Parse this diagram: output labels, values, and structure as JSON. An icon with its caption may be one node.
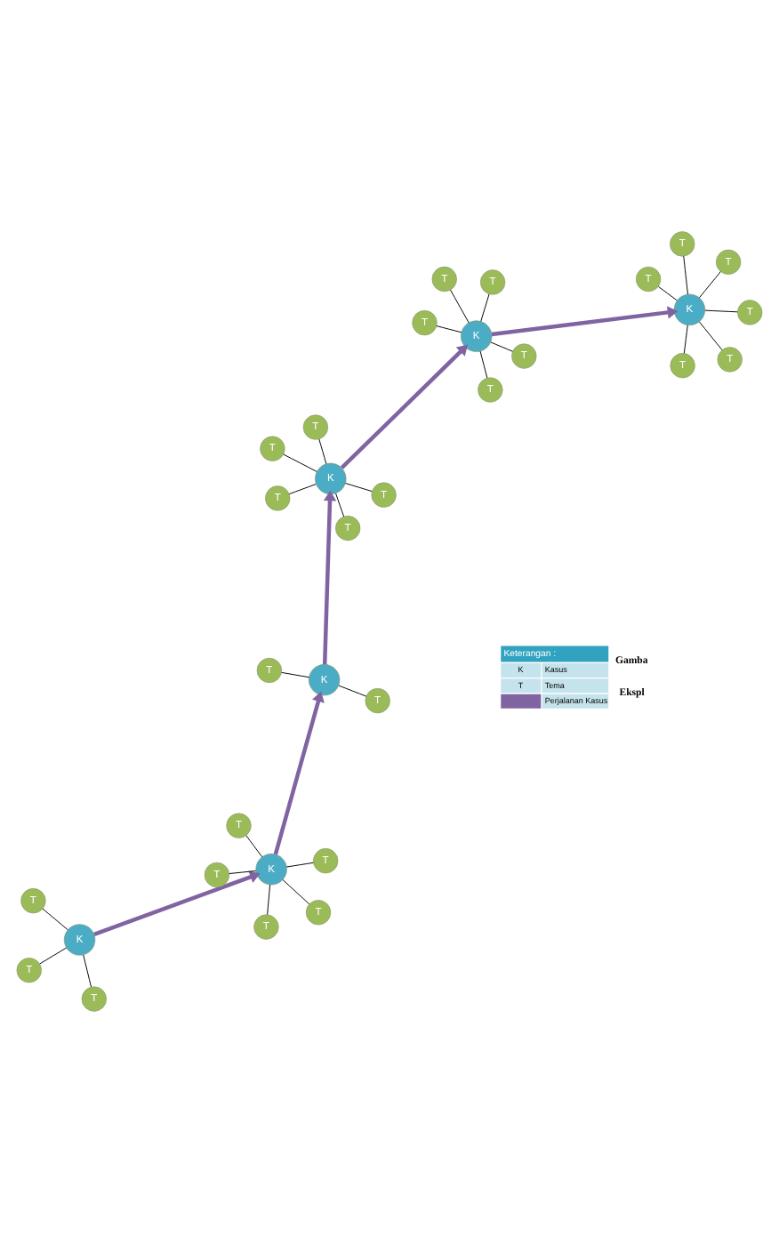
{
  "diagram": {
    "nodes": [
      {
        "text": [
          "K"
        ]
      },
      {
        "text": [
          "T"
        ]
      },
      {
        "text": [
          "T"
        ]
      },
      {
        "text": [
          "T"
        ]
      },
      {
        "text": [
          "K"
        ]
      },
      {
        "text": [
          "T"
        ]
      },
      {
        "text": [
          "T"
        ]
      },
      {
        "text": [
          "T"
        ]
      },
      {
        "text": [
          "T"
        ]
      },
      {
        "text": [
          "T"
        ]
      },
      {
        "text": [
          "K"
        ]
      },
      {
        "text": [
          "T"
        ]
      },
      {
        "text": [
          "T"
        ]
      },
      {
        "text": [
          "K"
        ]
      },
      {
        "text": [
          "T"
        ]
      },
      {
        "text": [
          "T"
        ]
      },
      {
        "text": [
          "T"
        ]
      },
      {
        "text": [
          "T"
        ]
      },
      {
        "text": [
          "T"
        ]
      },
      {
        "text": [
          "K"
        ]
      },
      {
        "text": [
          "T"
        ]
      },
      {
        "text": [
          "T"
        ]
      },
      {
        "text": [
          "T"
        ]
      },
      {
        "text": [
          "T"
        ]
      },
      {
        "text": [
          "T"
        ]
      },
      {
        "text": [
          "K"
        ]
      },
      {
        "text": [
          "T"
        ]
      },
      {
        "text": [
          "T"
        ]
      },
      {
        "text": [
          "T"
        ]
      },
      {
        "text": [
          "T"
        ]
      },
      {
        "text": [
          "T"
        ]
      },
      {
        "text": [
          "T"
        ]
      }
    ],
    "edges": [
      {
        "from": 0,
        "to": 1,
        "arrow": "none"
      },
      {
        "from": 0,
        "to": 2,
        "arrow": "none"
      },
      {
        "from": 0,
        "to": 3,
        "arrow": "none"
      },
      {
        "from": 4,
        "to": 5,
        "arrow": "none"
      },
      {
        "from": 4,
        "to": 6,
        "arrow": "none"
      },
      {
        "from": 4,
        "to": 7,
        "arrow": "none"
      },
      {
        "from": 4,
        "to": 8,
        "arrow": "none"
      },
      {
        "from": 4,
        "to": 9,
        "arrow": "none"
      },
      {
        "from": 10,
        "to": 11,
        "arrow": "none"
      },
      {
        "from": 10,
        "to": 12,
        "arrow": "none"
      },
      {
        "from": 13,
        "to": 14,
        "arrow": "none"
      },
      {
        "from": 13,
        "to": 15,
        "arrow": "none"
      },
      {
        "from": 13,
        "to": 16,
        "arrow": "none"
      },
      {
        "from": 13,
        "to": 17,
        "arrow": "none"
      },
      {
        "from": 13,
        "to": 18,
        "arrow": "none"
      },
      {
        "from": 19,
        "to": 20,
        "arrow": "none"
      },
      {
        "from": 19,
        "to": 21,
        "arrow": "none"
      },
      {
        "from": 19,
        "to": 22,
        "arrow": "none"
      },
      {
        "from": 19,
        "to": 23,
        "arrow": "none"
      },
      {
        "from": 19,
        "to": 24,
        "arrow": "none"
      },
      {
        "from": 25,
        "to": 26,
        "arrow": "none"
      },
      {
        "from": 25,
        "to": 27,
        "arrow": "none"
      },
      {
        "from": 25,
        "to": 28,
        "arrow": "none"
      },
      {
        "from": 25,
        "to": 29,
        "arrow": "none"
      },
      {
        "from": 25,
        "to": 30,
        "arrow": "none"
      },
      {
        "from": 25,
        "to": 31,
        "arrow": "none"
      },
      {
        "from": 0,
        "to": 4,
        "arrow": "to",
        "style": "thick",
        "color": "#8064a2"
      },
      {
        "from": 4,
        "to": 10,
        "arrow": "to",
        "style": "thick",
        "color": "#8064a2"
      },
      {
        "from": 10,
        "to": 13,
        "arrow": "to",
        "style": "thick",
        "color": "#8064a2"
      },
      {
        "from": 13,
        "to": 19,
        "arrow": "to",
        "style": "thick",
        "color": "#8064a2"
      },
      {
        "from": 19,
        "to": 25,
        "arrow": "to",
        "style": "thick",
        "color": "#8064a2"
      }
    ],
    "labels": [
      "Keterangan :",
      "K",
      "Kasus",
      "T",
      "Tema",
      "Gamba",
      "Ekspl"
    ],
    "legend": [
      {
        "text": "Perjalanan Kasus"
      }
    ]
  }
}
